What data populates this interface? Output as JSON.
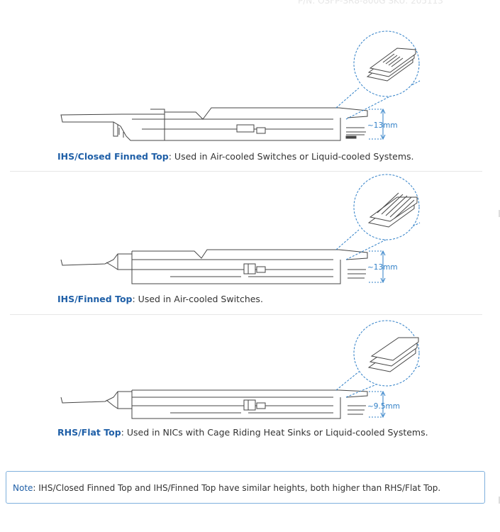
{
  "header": {
    "part_number": "P/N: OSFP-SR8-800G   SKU: 205113"
  },
  "diagrams": [
    {
      "term": "IHS/Closed Finned Top",
      "description": ": Used in Air-cooled Switches or Liquid-cooled Systems.",
      "height_label": "~13mm"
    },
    {
      "term": "IHS/Finned Top",
      "description": ": Used in Air-cooled Switches.",
      "height_label": "~13mm"
    },
    {
      "term": "RHS/Flat Top",
      "description": ": Used in NICs with Cage Riding Heat Sinks or Liquid-cooled Systems.",
      "height_label": "~9.5mm"
    }
  ],
  "note": {
    "label": "Note",
    "text": ": IHS/Closed Finned Top and IHS/Finned Top have similar heights, both higher than RHS/Flat Top."
  },
  "colors": {
    "accent": "#1f5fa7",
    "dimension": "#2f7fc7",
    "outline": "#444444",
    "border": "#7fb0dd"
  }
}
